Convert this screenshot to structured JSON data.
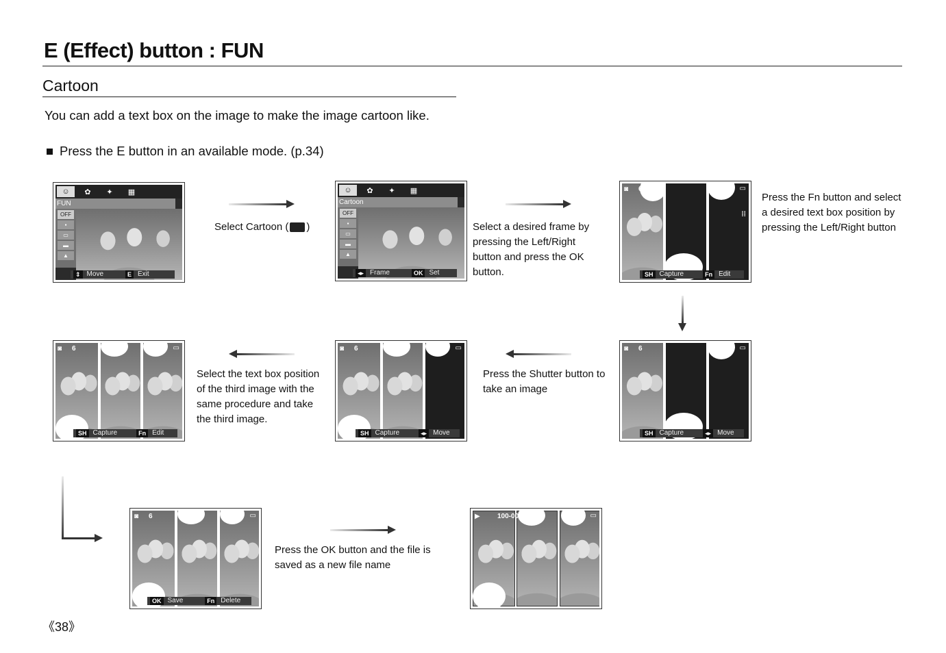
{
  "header": {
    "title": "E (Effect) button : FUN",
    "subtitle": "Cartoon"
  },
  "intro": "You can add a text box on the image to make the image cartoon like.",
  "bullet": "Press the E button in an available mode. (p.34)",
  "steps": {
    "s1": "Select Cartoon (",
    "s1_end": ")",
    "s2": "Select a desired frame by pressing the Left/Right button and press the OK button.",
    "s3": "Press the Fn button and select a desired text box position by pressing the Left/Right button",
    "s4": "Press the Shutter button to take an image",
    "s5": "Select the text box position of the third image with the same procedure and take the third image.",
    "s6": "Press the OK button and the file is saved as a new file name"
  },
  "screens": {
    "a": {
      "menu": "FUN",
      "side_sel": "OFF",
      "key1": "",
      "label1": "Move",
      "key2": "E",
      "label2": "Exit"
    },
    "b": {
      "menu": "Cartoon",
      "side_sel": "OFF",
      "key1": "",
      "label1": "Frame",
      "key2": "OK",
      "label2": "Set"
    },
    "c": {
      "key1": "SH",
      "label1": "Capture",
      "key2": "Fn",
      "label2": "Edit",
      "count": "6"
    },
    "d": {
      "key1": "SH",
      "label1": "Capture",
      "key2": "",
      "label2": "Move",
      "count": "6"
    },
    "e": {
      "key1": "SH",
      "label1": "Capture",
      "key2": "",
      "label2": "Move",
      "count": "6"
    },
    "f": {
      "key1": "SH",
      "label1": "Capture",
      "key2": "Fn",
      "label2": "Edit",
      "count": "6"
    },
    "g": {
      "key1": "OK",
      "label1": "Save",
      "key2": "Fn",
      "label2": "Delete",
      "count": "6"
    },
    "h": {
      "file": "100-0010"
    }
  },
  "page_number": "《38》"
}
